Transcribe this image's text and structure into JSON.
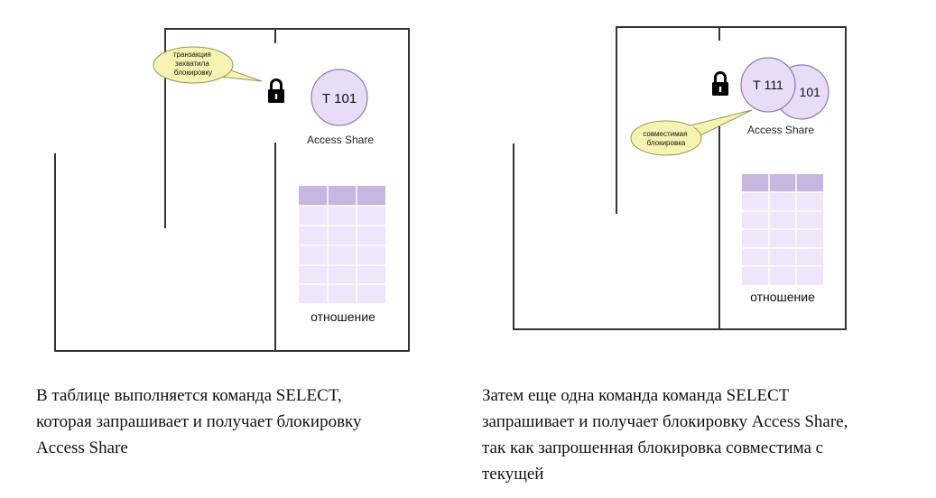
{
  "left_panel": {
    "bubble_lines": [
      "транзакция",
      "захватила",
      "блокировку"
    ],
    "transactions": [
      {
        "label": "Т 101"
      }
    ],
    "lock_mode_label": "Access Share",
    "relation_label": "отношение",
    "caption_lines": [
      "В таблице выполняется команда SELECT,",
      "которая запрашивает и получает блокировку",
      "Access Share"
    ]
  },
  "right_panel": {
    "bubble_lines": [
      "совместимая",
      "блокировка"
    ],
    "transactions": [
      {
        "label": "Т 111"
      },
      {
        "label": "Т 101"
      }
    ],
    "lock_mode_label": "Access Share",
    "relation_label": "отношение",
    "caption_lines": [
      "Затем еще одна команда команда SELECT",
      "запрашивает и получает блокировку Access Share,",
      "так как запрошенная блокировка совместима с",
      "текущей"
    ]
  },
  "colors": {
    "wall": "#333333",
    "transaction_fill": "#e8dcf7",
    "transaction_stroke": "#8f7bb0",
    "bubble_fill": "#f7f3b2",
    "bubble_stroke": "#9a9650",
    "table_header": "#c7b6e0",
    "table_body": "#eee6fa",
    "table_grid": "#ffffff",
    "lock": "#000000"
  },
  "icons": [
    "lock-icon"
  ]
}
